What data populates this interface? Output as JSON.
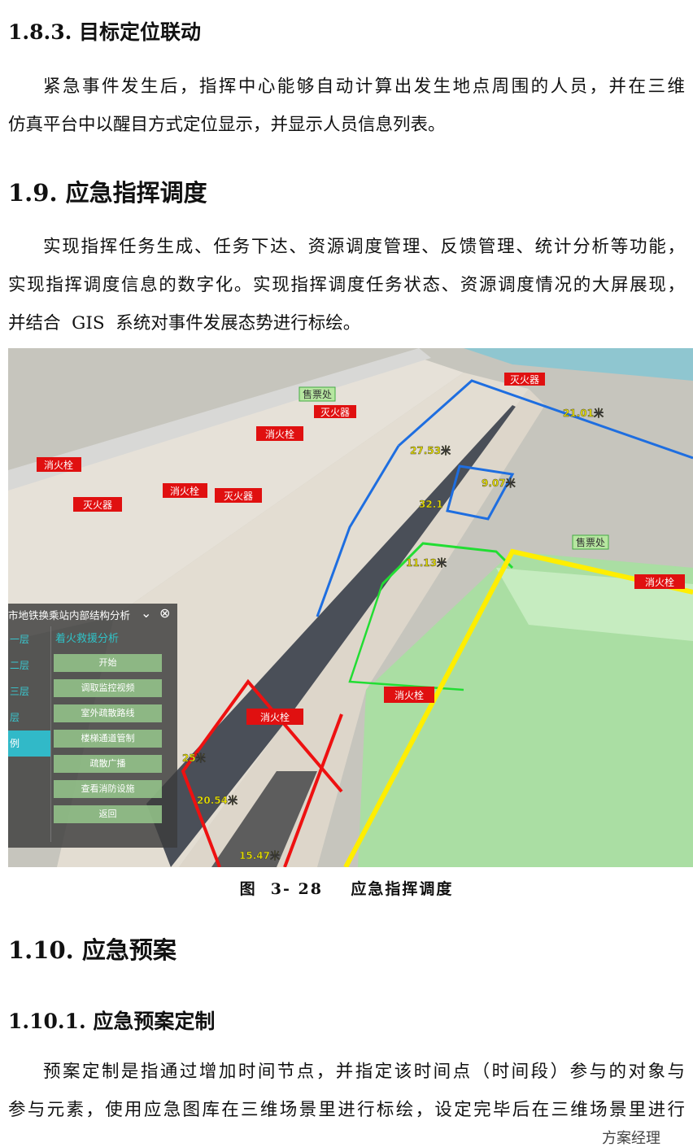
{
  "sections": [
    {
      "heading": "1.8.3. 目标定位联动",
      "lines": [
        "紧急事件发生后，指挥中心能够自动计算出发生地点周围的人员，并在三维",
        "仿真平台中以醒目方式定位显示，并显示人员信息列表。"
      ]
    },
    {
      "heading": "1.9. 应急指挥调度",
      "lines": [
        "实现指挥任务生成、任务下达、资源调度管理、反馈管理、统计分析等功能，",
        "实现指挥调度信息的数字化。实现指挥调度任务状态、资源调度情况的大屏展现，",
        "并结合  GIS  系统对事件发展态势进行标绘。"
      ]
    },
    {
      "heading": "1.10.  应急预案"
    },
    {
      "heading": "1.10.1. 应急预案定制",
      "lines": [
        "预案定制是指通过增加时间节点，并指定该时间点（时间段）参与的对象与",
        "参与元素，使用应急图库在三维场景里进行标绘，设定完毕后在三维场景里进行"
      ]
    }
  ],
  "figure": {
    "caption": "图  3- 28    应急指挥调度",
    "scene_labels": {
      "hydrant": "消火栓",
      "extinguisher": "灭火器",
      "ticket_office": "售票处"
    },
    "distances": [
      "21.01米",
      "27.53米",
      "9.07米",
      "32.1",
      "11.13米",
      "25米",
      "20.54米",
      "15.47米"
    ],
    "panel": {
      "title": "市地铁换乘站内部结构分析",
      "collapse_icon": "chevron-down-icon",
      "close_icon": "close-circle-icon",
      "tabs": [
        "一层",
        "二层",
        "三层",
        "层",
        "例"
      ],
      "active_tab": 4,
      "subtitle": "着火救援分析",
      "buttons": [
        "开始",
        "调取监控视频",
        "室外疏散路线",
        "楼梯通道管制",
        "疏散广播",
        "查看消防设施",
        "返回"
      ]
    },
    "colors": {
      "route_blue": "#1e6ee0",
      "route_green": "#22dd33",
      "route_red": "#ee1111",
      "route_yellow": "#ffee00",
      "label_red": "#e01010",
      "zone_green": "#9fe59a"
    }
  },
  "watermark": "方案经理"
}
